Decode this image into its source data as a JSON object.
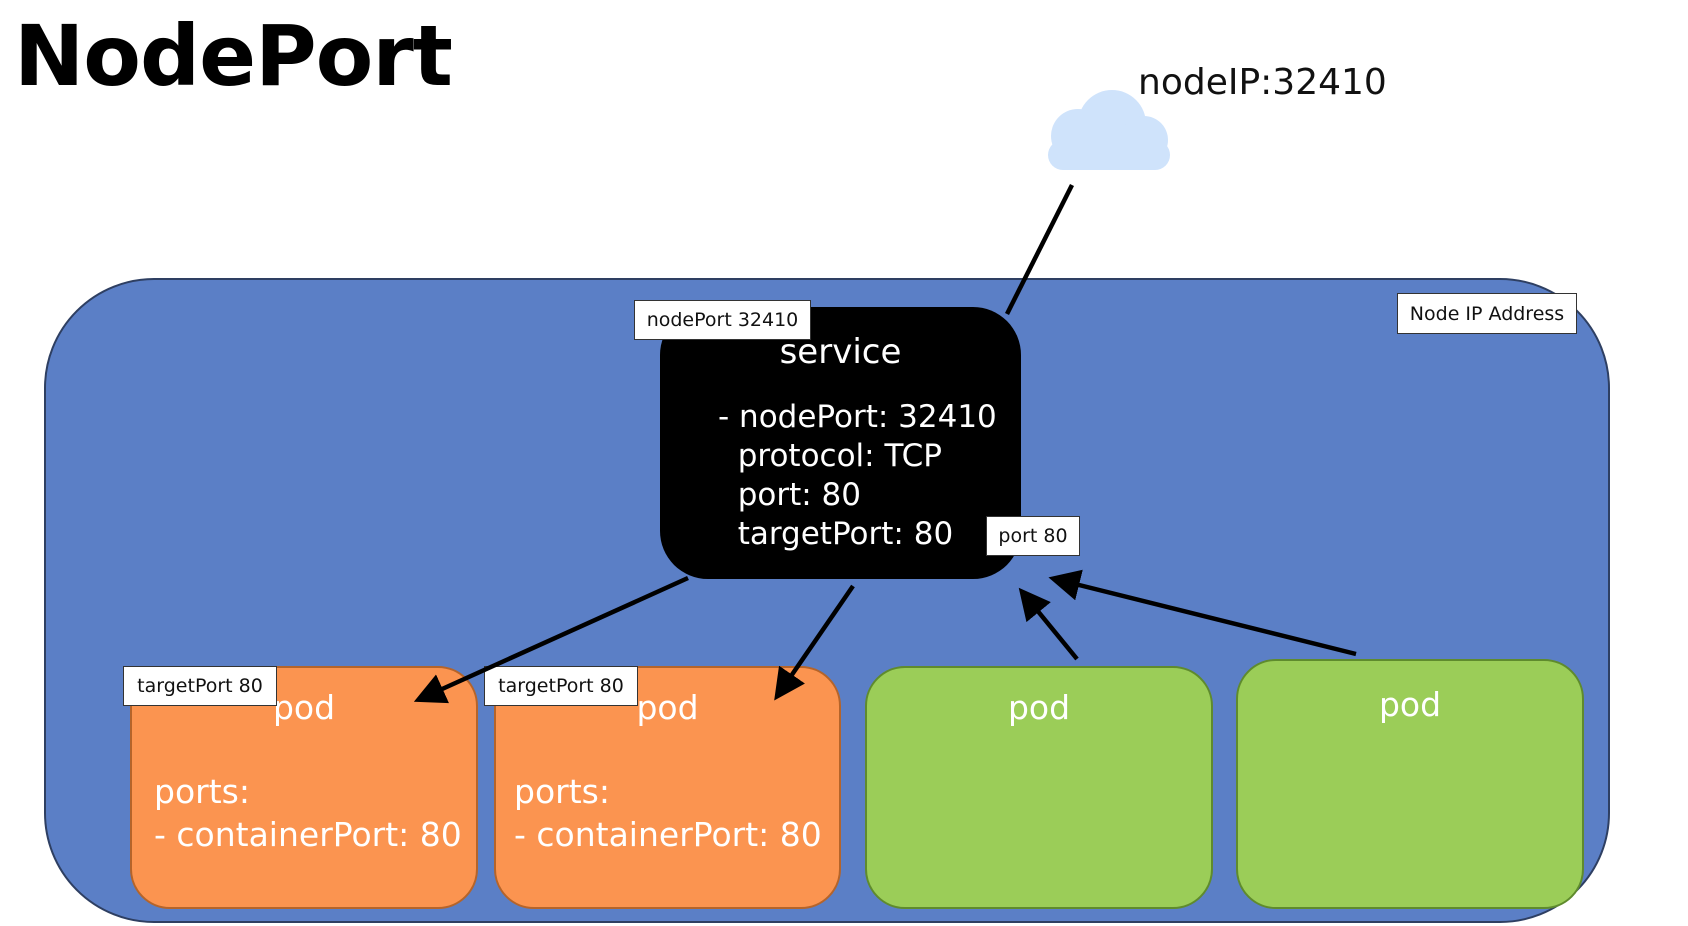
{
  "title": "NodePort",
  "external": {
    "address": "nodeIP:32410"
  },
  "node": {
    "label": "Node IP Address"
  },
  "service": {
    "title": "service",
    "badge": "nodePort 32410",
    "port_badge": "port 80",
    "lines": [
      "- nodePort: 32410",
      "  protocol: TCP",
      "  port: 80",
      "  targetPort: 80"
    ]
  },
  "pods": [
    {
      "title": "pod",
      "badge": "targetPort 80",
      "lines": [
        "ports:",
        "- containerPort: 80"
      ],
      "color": "#fb9450"
    },
    {
      "title": "pod",
      "badge": "targetPort 80",
      "lines": [
        "ports:",
        "- containerPort: 80"
      ],
      "color": "#fb9450"
    },
    {
      "title": "pod",
      "color": "#9bcd58"
    },
    {
      "title": "pod",
      "color": "#9bcd58"
    }
  ],
  "colors": {
    "node": "#5b7fc6",
    "service": "#000000",
    "cloud": "#cfe3fb"
  }
}
